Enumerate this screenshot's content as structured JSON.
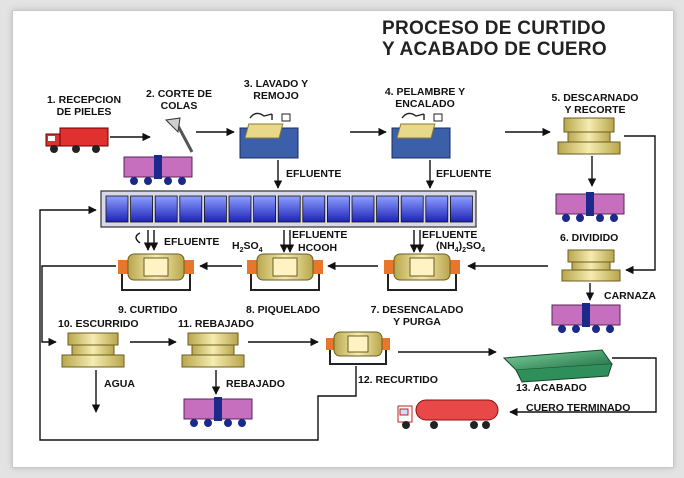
{
  "title": {
    "line1": "PROCESO DE CURTIDO",
    "line2": "Y ACABADO DE CUERO"
  },
  "steps": {
    "s1": {
      "line1": "1. RECEPCION",
      "line2": "DE PIELES"
    },
    "s2": {
      "line1": "2. CORTE DE",
      "line2": "COLAS"
    },
    "s3": {
      "line1": "3. LAVADO Y",
      "line2": "REMOJO"
    },
    "s4": {
      "line1": "4. PELAMBRE Y",
      "line2": "ENCALADO"
    },
    "s5": {
      "line1": "5. DESCARNADO",
      "line2": "Y RECORTE"
    },
    "s6": "6. DIVIDIDO",
    "s7": {
      "line1": "7. DESENCALADO",
      "line2": "Y PURGA"
    },
    "s8": "8. PIQUELADO",
    "s9": "9. CURTIDO",
    "s10": "10. ESCURRIDO",
    "s11": "11. REBAJADO",
    "s12": "12. RECURTIDO",
    "s13": "13. ACABADO"
  },
  "labels": {
    "efluente": "EFLUENTE",
    "h2so4": {
      "a": "H",
      "b": "2",
      "c": "SO",
      "d": "4"
    },
    "hcooh": "HCOOH",
    "nh4so4": {
      "a": "(NH",
      "b": "4",
      "c": ")",
      "d": "2",
      "e": "SO",
      "f": "4"
    },
    "carnaza": "CARNAZA",
    "agua": "AGUA",
    "rebajado": "REBAJADO",
    "cuero_terminado": "CUERO TERMINADO"
  },
  "colors": {
    "tank_blue": "#2b34d4",
    "drum_orange": "#e8762c",
    "machine_gold": "#e8d98a",
    "pit_blue": "#3b5fa8",
    "truck_red": "#e03030",
    "cart_purple": "#c66fbf",
    "finish_green": "#2f8f5a"
  },
  "icons": [
    "truck-icon",
    "axe-icon",
    "wash-pit-icon",
    "press-machine-icon",
    "cart-icon",
    "drum-icon",
    "tanker-icon",
    "finishing-table-icon",
    "effluent-tank-icon"
  ]
}
